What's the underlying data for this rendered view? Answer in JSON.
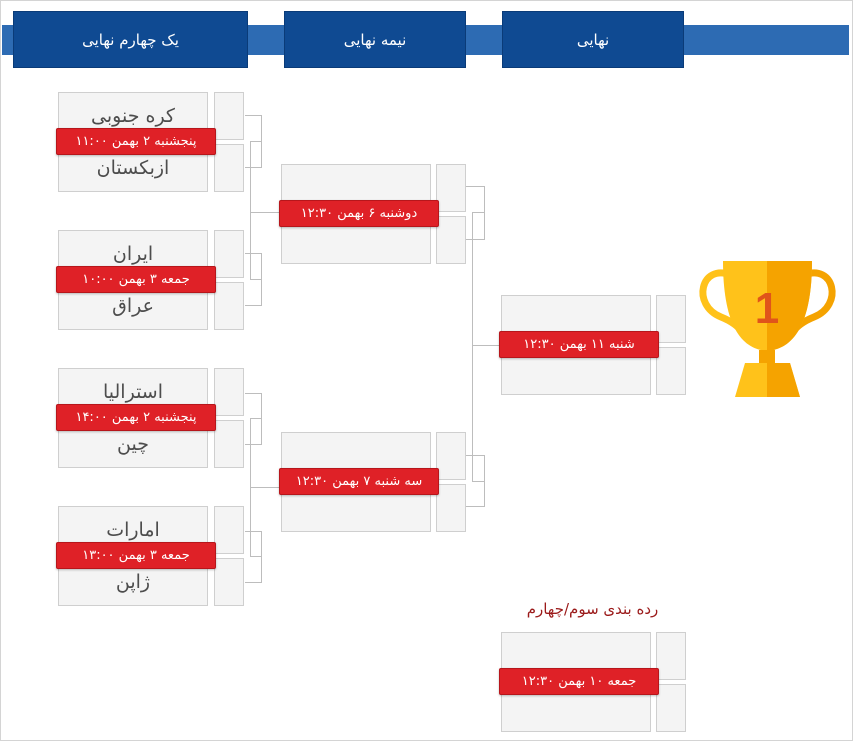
{
  "headers": {
    "quarter_final": "یک چهارم نهایی",
    "semi_final": "نیمه نهایی",
    "final": "نهایی"
  },
  "quarter_finals": [
    {
      "team1": "کره جنوبی",
      "team2": "ازبکستان",
      "schedule": "پنجشنبه ۲ بهمن ۱۱:۰۰"
    },
    {
      "team1": "ایران",
      "team2": "عراق",
      "schedule": "جمعه ۳ بهمن ۱۰:۰۰"
    },
    {
      "team1": "استرالیا",
      "team2": "چین",
      "schedule": "پنجشنبه ۲ بهمن ۱۴:۰۰"
    },
    {
      "team1": "امارات",
      "team2": "ژاپن",
      "schedule": "جمعه ۳ بهمن ۱۳:۰۰"
    }
  ],
  "semi_finals": [
    {
      "schedule": "دوشنبه ۶ بهمن ۱۲:۳۰"
    },
    {
      "schedule": "سه شنبه ۷ بهمن ۱۲:۳۰"
    }
  ],
  "final": {
    "schedule": "شنبه ۱۱ بهمن ۱۲:۳۰"
  },
  "third_place": {
    "title": "رده بندی سوم/چهارم",
    "schedule": "جمعه ۱۰ بهمن ۱۲:۳۰"
  },
  "trophy": {
    "icon": "trophy-icon",
    "label": "1",
    "cup_color": "#ffc21a",
    "base_color": "#f5a300",
    "number_color": "#e0541a"
  },
  "colors": {
    "header_bg": "#0f4a92",
    "band_bg": "#2d6bb3",
    "badge_bg": "#df2127",
    "slot_bg": "#f4f4f4",
    "slot_border": "#cfcfcf",
    "third_title": "#9b1a1a"
  }
}
